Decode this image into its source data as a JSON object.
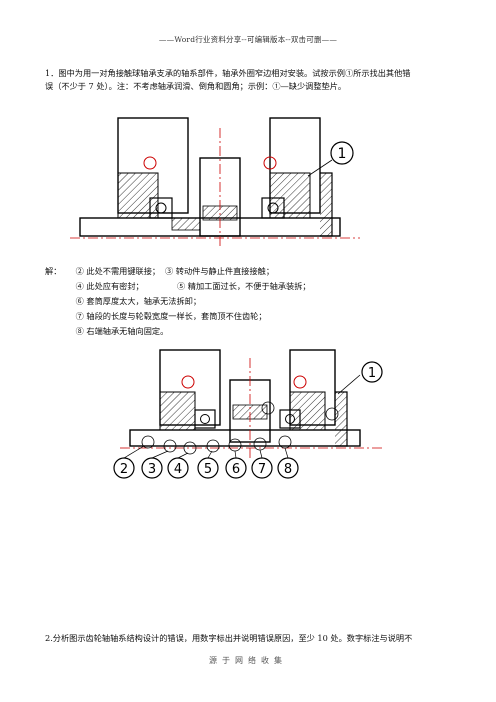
{
  "header": "——Word行业资料分享--可编辑版本--双击可删——",
  "question1": {
    "line1": "1．图中为用一对角接触球轴承支承的轴系部件，轴承外圈窄边相对安装。试按示例①所示找出其他错",
    "line2": "误（不少于 7 处）。注：不考虑轴承润滑、倒角和圆角；示例：①—缺少调整垫片。"
  },
  "figure1": {
    "callouts": [
      "1"
    ]
  },
  "answer": {
    "label": "解：",
    "items": [
      "② 此处不需用键联接；",
      "③ 转动件与静止件直接接触；",
      "④ 此处应有密封；",
      "⑤ 精加工面过长，不便于轴承装拆；",
      "⑥ 套筒厚度太大，轴承无法拆卸；",
      "⑦ 轴段的长度与轮毂宽度一样长，套筒顶不住齿轮；",
      "⑧ 右端轴承无轴向固定。"
    ]
  },
  "figure2": {
    "callouts": [
      "1",
      "2",
      "3",
      "4",
      "5",
      "6",
      "7",
      "8"
    ]
  },
  "question2": "2.分析图示齿轮轴轴系结构设计的错误，用数字标出并说明错误原因，至少 10 处。数字标注与说明不",
  "footer": "源于网络收集"
}
